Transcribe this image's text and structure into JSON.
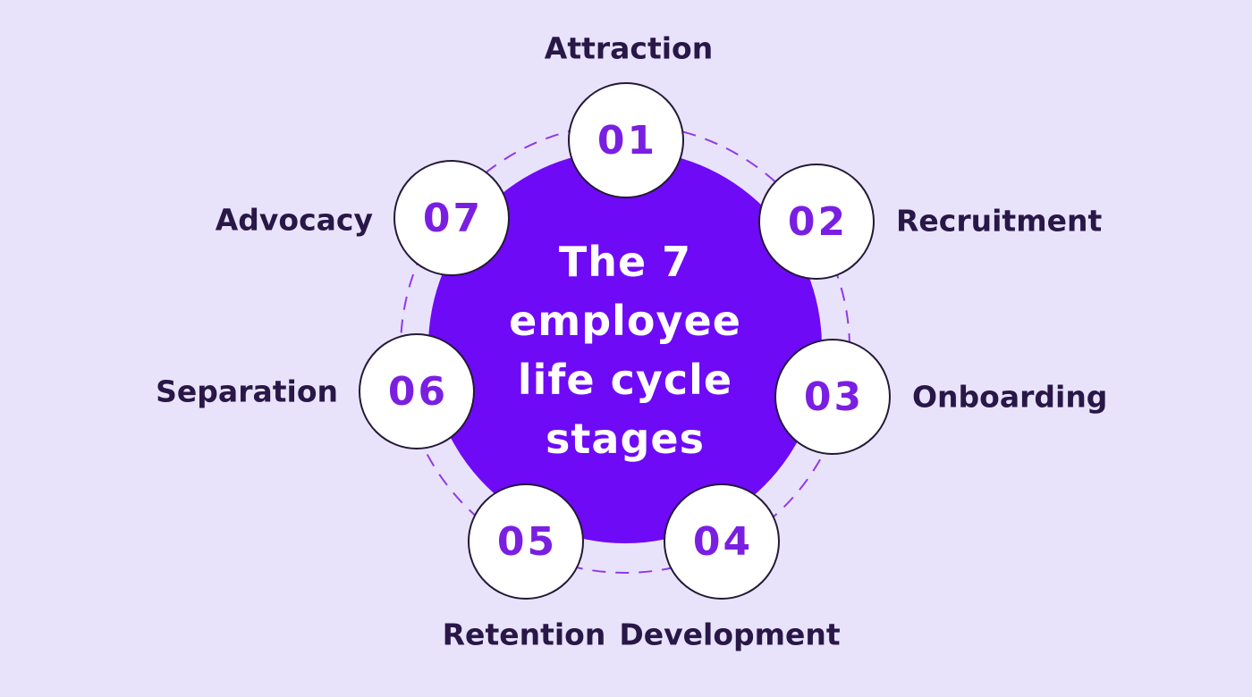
{
  "title": {
    "text": "The 7 employee life cycle stages",
    "lines": [
      "The 7",
      "employee",
      "life cycle",
      "stages"
    ]
  },
  "stages": [
    {
      "number": "01",
      "label": "Attraction"
    },
    {
      "number": "02",
      "label": "Recruitment"
    },
    {
      "number": "03",
      "label": "Onboarding"
    },
    {
      "number": "04",
      "label": "Development"
    },
    {
      "number": "05",
      "label": "Retention"
    },
    {
      "number": "06",
      "label": "Separation"
    },
    {
      "number": "07",
      "label": "Advocacy"
    }
  ],
  "colors": {
    "background": "#E8E3FA",
    "center_circle": "#6E0AF6",
    "number": "#7A1FE2",
    "label": "#281747",
    "circle_border": "#241937",
    "dashed_ring": "#9039E9",
    "stage_circle_fill": "#FFFFFF",
    "title_text": "#FFFFFF"
  }
}
